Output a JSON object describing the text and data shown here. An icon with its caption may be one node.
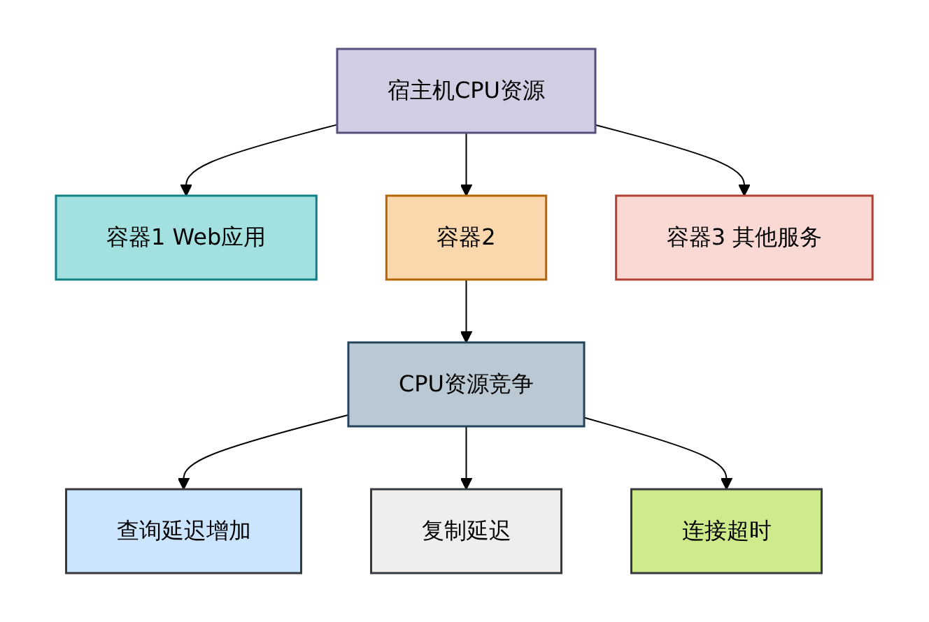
{
  "diagram": {
    "nodes": [
      {
        "text": [
          "宿主机CPU资源"
        ]
      },
      {
        "text": [
          "容器1 Web应用"
        ]
      },
      {
        "text": [
          "容器2"
        ]
      },
      {
        "text": [
          "容器3 其他服务"
        ]
      },
      {
        "text": [
          "CPU资源竞争"
        ]
      },
      {
        "text": [
          "查询延迟增加"
        ]
      },
      {
        "text": [
          "复制延迟"
        ]
      },
      {
        "text": [
          "连接超时"
        ]
      }
    ],
    "edges": [
      {
        "from": 0,
        "to": 1,
        "arrow": "to"
      },
      {
        "from": 0,
        "to": 2,
        "arrow": "to"
      },
      {
        "from": 0,
        "to": 3,
        "arrow": "to"
      },
      {
        "from": 2,
        "to": 4,
        "arrow": "to"
      },
      {
        "from": 4,
        "to": 5,
        "arrow": "to"
      },
      {
        "from": 4,
        "to": 6,
        "arrow": "to"
      },
      {
        "from": 4,
        "to": 7,
        "arrow": "to"
      }
    ]
  }
}
